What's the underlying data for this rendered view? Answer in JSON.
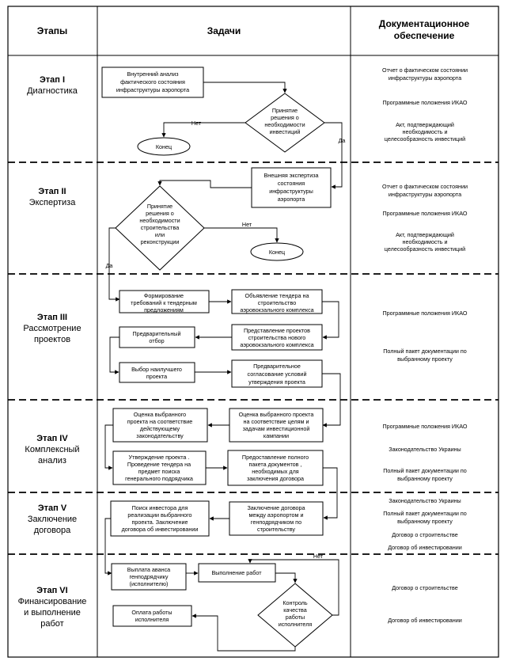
{
  "header": {
    "col_stages": "Этапы",
    "col_tasks": "Задачи",
    "col_docs": [
      "Документационное",
      "обеспечение"
    ]
  },
  "stages": [
    {
      "num": "Этап I",
      "name": [
        "Диагностика"
      ]
    },
    {
      "num": "Этап II",
      "name": [
        "Экспертиза"
      ]
    },
    {
      "num": "Этап III",
      "name": [
        "Рассмотрение",
        "проектов"
      ]
    },
    {
      "num": "Этап IV",
      "name": [
        "Комплексный",
        "анализ"
      ]
    },
    {
      "num": "Этап V",
      "name": [
        "Заключение",
        "договора"
      ]
    },
    {
      "num": "Этап VI",
      "name": [
        "Финансирование",
        "и выполнение",
        "работ"
      ]
    }
  ],
  "tasks": {
    "s1_analysis": [
      "Внутренний анализ",
      "фактического состояния",
      "инфраструктуры аэропорта"
    ],
    "s1_decision": [
      "Принятие",
      "решения о",
      "необходимости",
      "инвестиций"
    ],
    "s1_end": "Конец",
    "s2_expertise": [
      "Внешняя экспертиза",
      "состояния",
      "инфраструктуры",
      "аэропорта"
    ],
    "s2_decision": [
      "Принятие",
      "решения о",
      "необходимости",
      "строительства",
      "или",
      "реконструкции"
    ],
    "s2_end": "Конец",
    "s3_requirements": [
      "Формирование",
      "требований к тендерным",
      "предложениям"
    ],
    "s3_tender": [
      "Объявление тендера на",
      "строительство",
      "аэровокзального комплекса"
    ],
    "s3_submission": [
      "Представление проектов",
      "строительства нового",
      "аэровокзального комплекса"
    ],
    "s3_preselect": [
      "Предварительный",
      "отбор"
    ],
    "s3_best": [
      "Выбор наилучшего",
      "проекта"
    ],
    "s3_prelim": [
      "Предварительное",
      "согласование условий",
      "утверждения проекта"
    ],
    "s4_eval_goals": [
      "Оценка выбранного проекта",
      "на соответствие целям и",
      "задачам инвестиционной",
      "кампании"
    ],
    "s4_eval_law": [
      "Оценка выбранного",
      "проекта на соответствие",
      "действующему",
      "законодательству"
    ],
    "s4_approval": [
      "Утверждение проекта .",
      "Проведение тендера на",
      "предмет поиска",
      "генерального подрядчика"
    ],
    "s4_package": [
      "Предоставление полного",
      "пакета документов ,",
      "необходимых для",
      "заключения договора"
    ],
    "s5_contract": [
      "Заключение договора",
      "между аэропортом и",
      "генподрядчиком по",
      "строительству"
    ],
    "s5_investor": [
      "Поиск инвестора для",
      "реализации выбранного",
      "проекта. Заключение",
      "договора об инвестировании"
    ],
    "s6_advance": [
      "Выплата аванса",
      "генподрядчику",
      "(исполнителю)"
    ],
    "s6_work": "Выполнение работ",
    "s6_control": [
      "Контроль",
      "качества",
      "работы",
      "исполнителя"
    ],
    "s6_payment": [
      "Оплата работы",
      "исполнителя"
    ]
  },
  "edge_labels": {
    "no": "Нет",
    "yes": "Да"
  },
  "docs": [
    [
      [
        "Отчет о фактическом состоянии",
        "инфраструктуры аэропорта"
      ],
      [
        "Программные положения ИКАО"
      ],
      [
        "Акт, подтверждающий",
        "необходимость и",
        "целесообразность инвестиций"
      ]
    ],
    [
      [
        "Отчет о фактическом состоянии",
        "инфраструктуры аэропорта"
      ],
      [
        "Программные положения ИКАО"
      ],
      [
        "Акт, подтверждающий",
        "необходимость и",
        "целесообразность инвестиций"
      ]
    ],
    [
      [
        "Программные положения ИКАО"
      ],
      [
        "Полный пакет документации по",
        "выбранному проекту"
      ]
    ],
    [
      [
        "Программные положения ИКАО"
      ],
      [
        "Законодательство Украины"
      ],
      [
        "Полный пакет документации по",
        "выбранному проекту"
      ]
    ],
    [
      [
        "Законодательство Украины"
      ],
      [
        "Полный пакет документации по",
        "выбранному проекту"
      ],
      [
        "Договор о строительстве"
      ],
      [
        "Договор об инвестировании"
      ]
    ],
    [
      [
        "Договор о строительстве"
      ],
      [
        "Договор об инвестировании"
      ]
    ]
  ]
}
